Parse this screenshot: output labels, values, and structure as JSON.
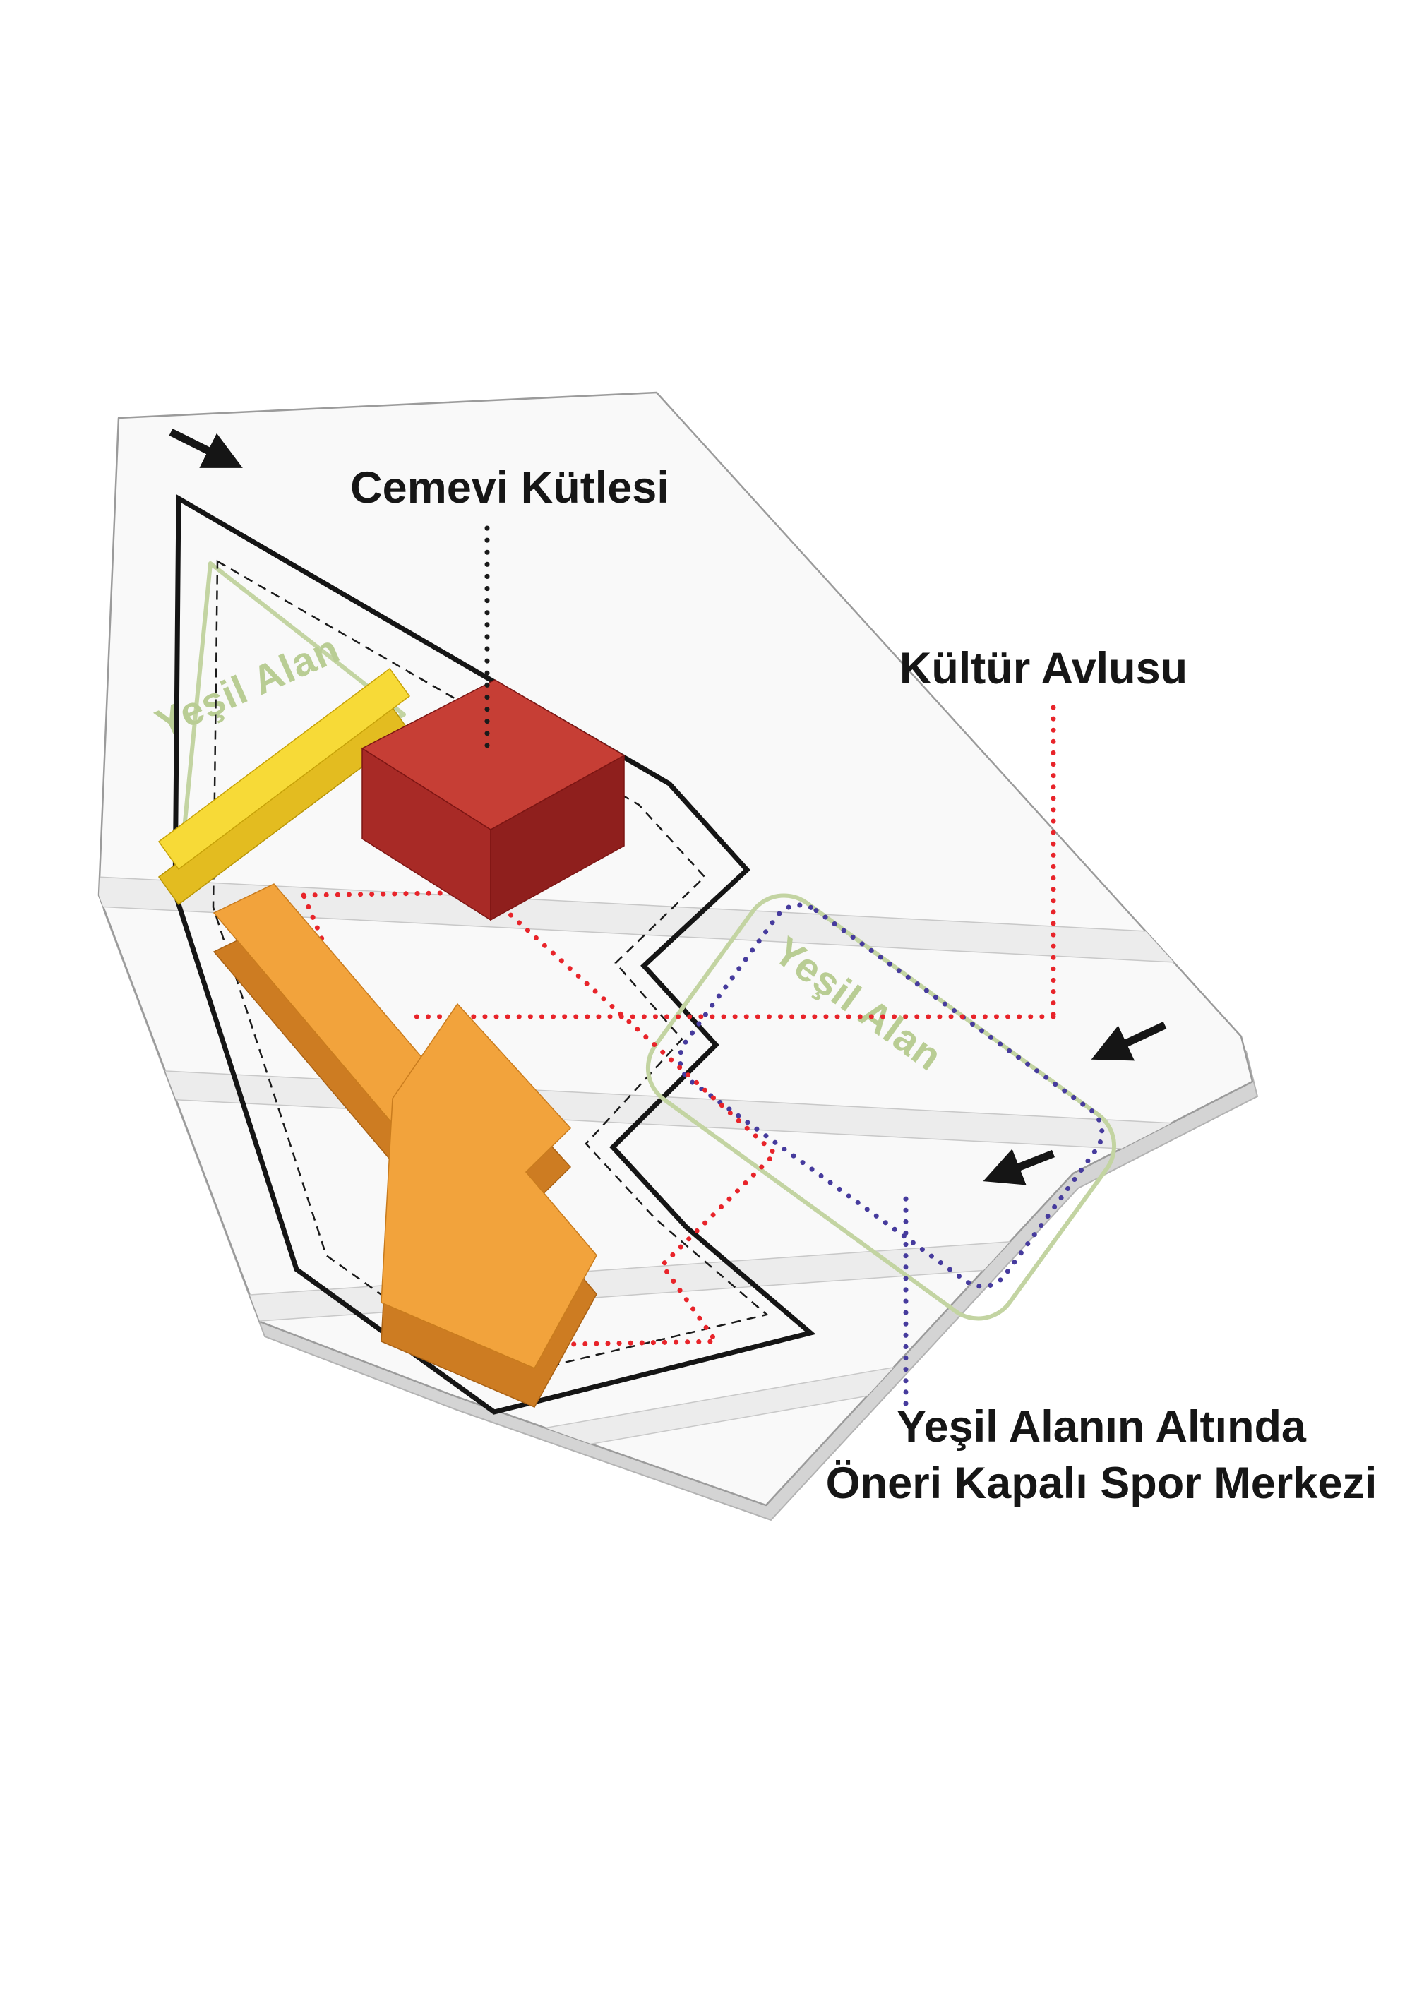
{
  "labels": {
    "cemevi_mass": "Cemevi Kütlesi",
    "culture_courtyard": "Kültür Avlusu",
    "green_area_left": "Yeşil Alan",
    "green_area_right": "Yeşil Alan",
    "sports_center_line1": "Yeşil Alanın Altında",
    "sports_center_line2": "Öneri Kapalı Spor Merkezi"
  },
  "colors": {
    "site_fill": "#f9f9f9",
    "site_edge": "#9b9b9b",
    "terrace_band": "#ececec",
    "boundary_black": "#151515",
    "green_outline": "#c3d4a2",
    "green_text": "#b9cd94",
    "courtyard_dotted_red": "#e8242a",
    "sports_dotted_blue": "#463b9d",
    "cemevi_top": "#c63e35",
    "cemevi_side_left": "#a82a26",
    "cemevi_side_right": "#8f1f1d",
    "yellow_bar_top": "#f7da37",
    "yellow_bar_side": "#e3bc20",
    "orange_mass_top": "#f2a33c",
    "orange_mass_side": "#cd7c22"
  }
}
